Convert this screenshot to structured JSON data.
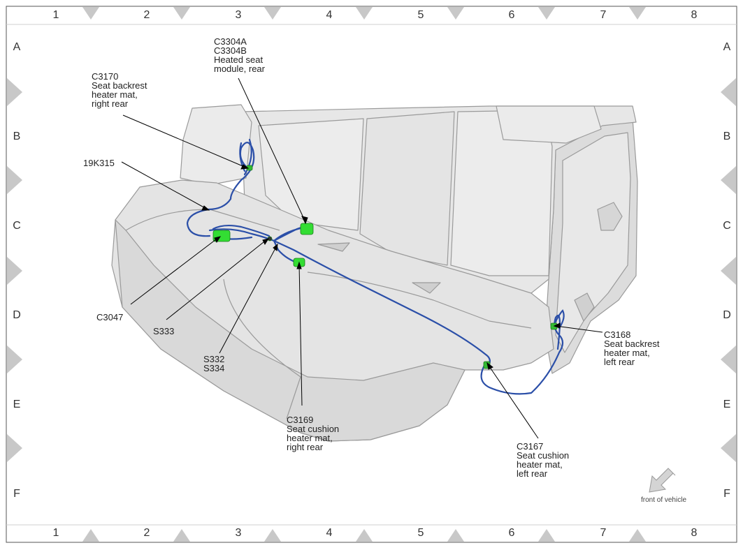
{
  "grid": {
    "columns": [
      "1",
      "2",
      "3",
      "4",
      "5",
      "6",
      "7",
      "8"
    ],
    "rows": [
      "A",
      "B",
      "C",
      "D",
      "E",
      "F"
    ]
  },
  "callouts": [
    {
      "id": "c3304",
      "text": "C3304A\nC3304B\nHeated seat\nmodule, rear"
    },
    {
      "id": "c3170",
      "text": "C3170\nSeat backrest\nheater mat,\nright rear"
    },
    {
      "id": "19k315",
      "text": "19K315"
    },
    {
      "id": "c3047",
      "text": "C3047"
    },
    {
      "id": "s333",
      "text": "S333"
    },
    {
      "id": "s332",
      "text": "S332\nS334"
    },
    {
      "id": "c3169",
      "text": "C3169\nSeat cushion\nheater mat,\nright rear"
    },
    {
      "id": "c3168",
      "text": "C3168\nSeat backrest\nheater mat,\nleft rear"
    },
    {
      "id": "c3167",
      "text": "C3167\nSeat cushion\nheater mat,\nleft rear"
    }
  ],
  "orientation_label": "front of vehicle",
  "colors": {
    "harness": "#2b4fa8",
    "connector": "#33dd33",
    "seat_fill": "#e6e6e6",
    "seat_stroke": "#9a9a9a",
    "border_diamond": "#c8c8c8"
  }
}
